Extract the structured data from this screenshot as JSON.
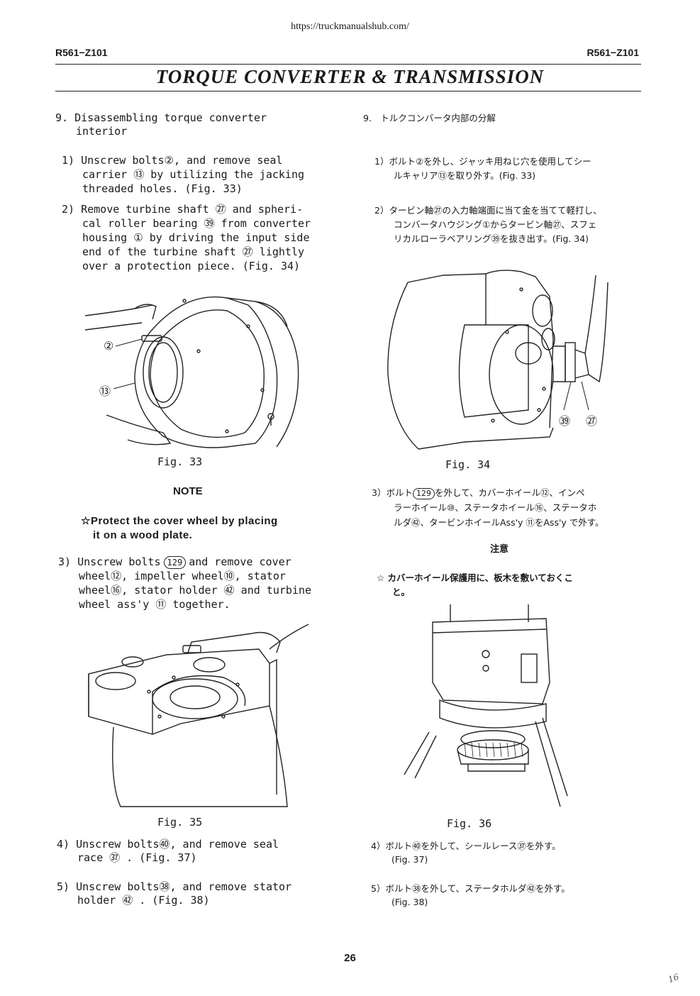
{
  "header": {
    "url": "https://truckmanualshub.com/",
    "code_left": "R561−Z101",
    "code_right": "R561−Z101",
    "title": "TORQUE CONVERTER & TRANSMISSION"
  },
  "left": {
    "s9_line1": "9. Disassembling torque converter",
    "s9_line2": "interior",
    "s1_l1": "1) Unscrew bolts②, and remove seal",
    "s1_l2": "carrier ⑬ by utilizing the jacking",
    "s1_l3": "threaded holes. (Fig. 33)",
    "s2_l1": "2) Remove turbine shaft ㉗ and spheri-",
    "s2_l2": "cal roller bearing ㊴ from converter",
    "s2_l3": "housing ① by driving the input side",
    "s2_l4": "end of the turbine shaft ㉗ lightly",
    "s2_l5": "over a protection piece. (Fig. 34)",
    "fig33_caption": "Fig. 33",
    "fig33_callout_a": "②",
    "fig33_callout_b": "⑬",
    "note_title": "NOTE",
    "note_l1": "☆Protect the cover wheel by placing",
    "note_l2": "it on a wood plate.",
    "s3_l1_pre": "3) Unscrew bolts",
    "s3_bolt": "129",
    "s3_l1_post": "and remove cover",
    "s3_l2": "wheel⑫, impeller wheel⑩, stator",
    "s3_l3": "wheel⑯, stator holder ㊷ and turbine",
    "s3_l4": "wheel ass'y ⑪ together.",
    "fig35_caption": "Fig. 35",
    "s4_l1": "4) Unscrew bolts㊵, and remove seal",
    "s4_l2": "race ㊲ . (Fig. 37)",
    "s5_l1": "5) Unscrew bolts㊳, and remove stator",
    "s5_l2": "holder ㊷ . (Fig. 38)"
  },
  "right": {
    "s9": "9.　トルクコンバータ内部の分解",
    "s1_l1": "1）ボルト②を外し、ジャッキ用ねじ穴を使用してシー",
    "s1_l2": "ルキャリア⑬を取り外す。(Fig. 33)",
    "s2_l1": "2）タービン軸㉗の入力軸端面に当て金を当てて軽打し、",
    "s2_l2": "コンバータハウジング①からタービン軸㉗、スフェ",
    "s2_l3": "リカルローラベアリング㊴を抜き出す。(Fig. 34)",
    "fig34_caption": "Fig. 34",
    "fig34_callout_a": "㊴",
    "fig34_callout_b": "㉗",
    "s3_l1_pre": "3）ボルト",
    "s3_bolt": "129",
    "s3_l1_post": "を外して、カバーホイール⑫、インペ",
    "s3_l2": "ラーホイール⑩、ステータホイール⑯、ステータホ",
    "s3_l3": "ルダ㊷、タービンホイールAss'y ⑪をAss'y で外す。",
    "note_title": "注意",
    "note_l1": "☆ カバーホイール保護用に、板木を敷いておくこ",
    "note_l2": "と。",
    "fig36_caption": "Fig. 36",
    "s4_l1": "4）ボルト㊵を外して、シールレース㊲を外す。",
    "s4_l2": "(Fig. 37)",
    "s5_l1": "5）ボルト㊳を外して、ステータホルダ㊷を外す。",
    "s5_l2": "(Fig. 38)"
  },
  "footer": {
    "page_number": "26",
    "handwritten_mark": "16"
  }
}
